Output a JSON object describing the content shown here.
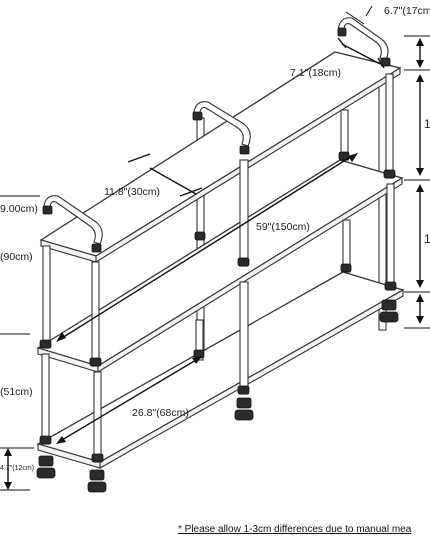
{
  "dimensions": {
    "top_depth_outer": "6.7\"(17cm)",
    "top_depth_inner": "7.1\"(18cm)",
    "shelf_depth": "11.8\"(30cm)",
    "shelf_length": "59\"(150cm)",
    "inner_length": "26.8\"(68cm)",
    "left_top": "9.00cm)",
    "left_mid": "(90cm)",
    "left_low": "(51cm)",
    "left_bottom": "4.7\"(12cm)",
    "right_upper": "1",
    "right_middle": "1",
    "right_lower": ""
  },
  "note": "* Please allow 1-3cm differences due to manual mea"
}
